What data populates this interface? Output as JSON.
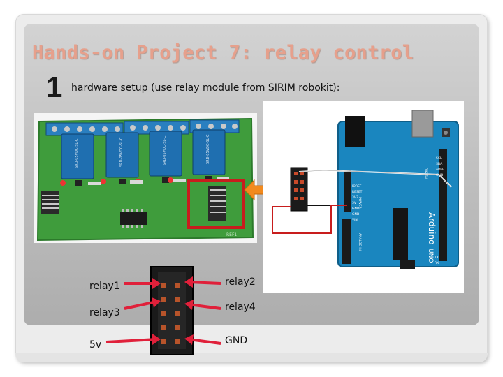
{
  "slide": {
    "title": "Hands-on Project 7: relay control",
    "step_number": "1",
    "step_text": "hardware setup (use relay module from SIRIM robokit):"
  },
  "relay_board": {
    "chip_texts": [
      "SRD-05VDC-SL-C",
      "SRD-05VDC-SL-C",
      "SRD-05VDC-SL-C",
      "SRD-05VDC-SL-C"
    ],
    "board_label": "REF1"
  },
  "arduino": {
    "brand": "Arduino",
    "model": "UNO",
    "pin_labels": [
      "SCL",
      "SDA",
      "AREF",
      "GND",
      "IOREF",
      "RESET",
      "3V3",
      "5V",
      "GND",
      "GND",
      "VIN",
      "POWER",
      "ANALOG IN",
      "DIGITAL",
      "TX",
      "RX"
    ]
  },
  "connector_labels": {
    "relay1": "relay1",
    "relay2": "relay2",
    "relay3": "relay3",
    "relay4": "relay4",
    "five_v": "5v",
    "gnd": "GND"
  },
  "colors": {
    "title": "#e6a08c",
    "pcb_green": "#3f9c3c",
    "relay_blue": "#1f6fb0",
    "arduino_blue": "#1a86bf",
    "highlight_red": "#c81d1d",
    "arrow_orange": "#f28a1e",
    "arrow_red": "#e0203a"
  }
}
